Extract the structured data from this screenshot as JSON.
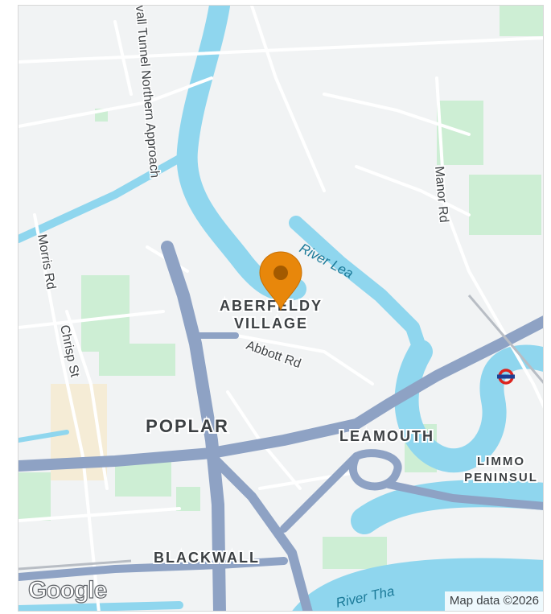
{
  "map": {
    "labels": {
      "tunnel_approach": "vall Tunnel Northern Approach",
      "morris_rd": "Morris Rd",
      "chrisp_st": "Chrisp St",
      "manor_rd": "Manor Rd",
      "river_lea": "River Lea",
      "abbott_rd": "Abbott Rd",
      "aberfeldy_line1": "ABERFELDY",
      "aberfeldy_line2": "VILLAGE",
      "poplar": "POPLAR",
      "leamouth": "LEAMOUTH",
      "limmo_line1": "LIMMO",
      "limmo_line2": "PENINSUL",
      "blackwall": "BLACKWALL",
      "river_thames": "River Tha"
    },
    "marker": {
      "icon": "location-pin-icon",
      "color": "#e8870b"
    },
    "transit_icon": "underground-roundel-icon",
    "google_logo": "Google",
    "attribution": "Map data ©2026",
    "colors": {
      "water": "#8fd6ee",
      "major_road": "#8ea2c4",
      "minor_road": "#ffffff",
      "park": "#c9ecd0",
      "background": "#f1f3f4"
    }
  }
}
